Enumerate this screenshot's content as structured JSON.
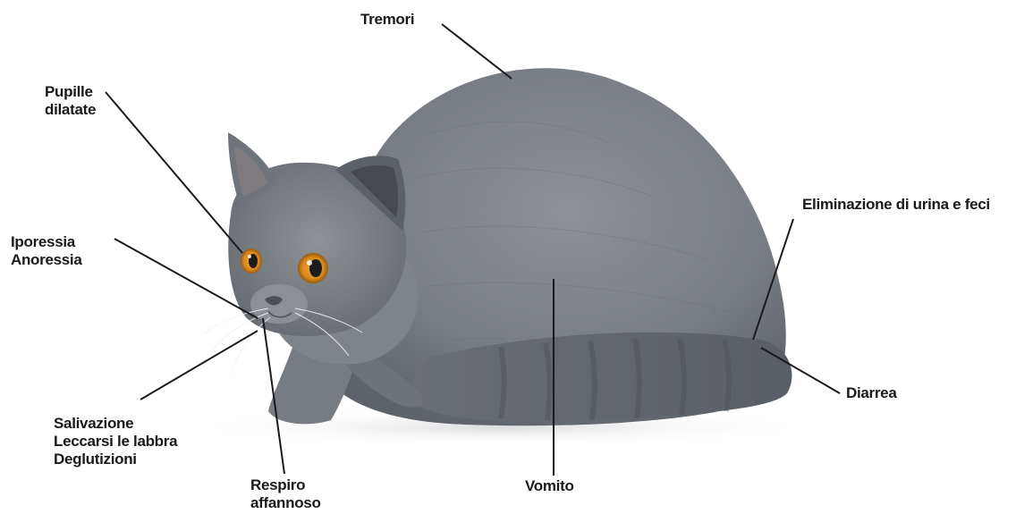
{
  "labels": {
    "tremori": "Tremori",
    "pupille": [
      "Pupille",
      "dilatate"
    ],
    "iporessia": [
      "Iporessia",
      "Anoressia"
    ],
    "eliminazione": "Eliminazione di urina e feci",
    "salivazione": [
      "Salivazione",
      "Leccarsi le labbra",
      "Deglutizioni"
    ],
    "respiro": [
      "Respiro",
      "affannoso"
    ],
    "vomito": "Vomito",
    "diarrea": "Diarrea"
  },
  "colors": {
    "fur": "#7b7f86",
    "fur_dark": "#5f636a",
    "fur_light": "#9a9ea4",
    "eye": "#d98a1c",
    "leader_line": "#1a1a1a"
  }
}
